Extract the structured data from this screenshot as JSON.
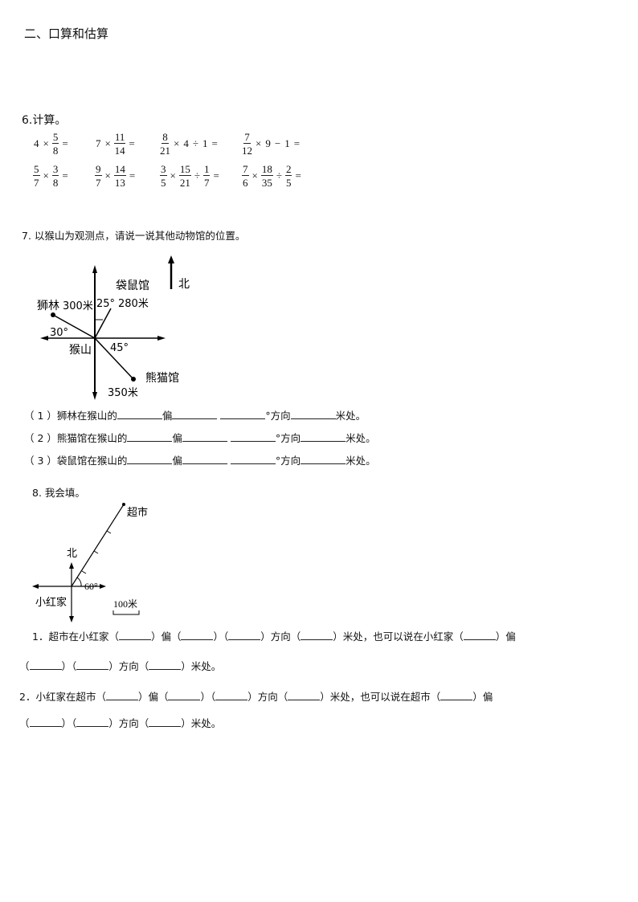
{
  "section": {
    "title": "二、口算和估算"
  },
  "q6": {
    "title": "6.计算。",
    "rows": [
      [
        {
          "parts": [
            "4",
            "×",
            {
              "n": "5",
              "d": "8"
            },
            "="
          ]
        },
        {
          "parts": [
            "7",
            "×",
            {
              "n": "11",
              "d": "14"
            },
            "="
          ]
        },
        {
          "parts": [
            {
              "n": "8",
              "d": "21"
            },
            "×",
            "4",
            "÷",
            "1",
            "="
          ]
        },
        {
          "parts": [
            {
              "n": "7",
              "d": "12"
            },
            "×",
            "9",
            "−",
            "1",
            "="
          ]
        }
      ],
      [
        {
          "parts": [
            {
              "n": "5",
              "d": "7"
            },
            "×",
            {
              "n": "3",
              "d": "8"
            },
            "="
          ]
        },
        {
          "parts": [
            {
              "n": "9",
              "d": "7"
            },
            "×",
            {
              "n": "14",
              "d": "13"
            },
            "="
          ]
        },
        {
          "parts": [
            {
              "n": "3",
              "d": "5"
            },
            "×",
            {
              "n": "15",
              "d": "21"
            },
            "÷",
            {
              "n": "1",
              "d": "7"
            },
            "="
          ]
        },
        {
          "parts": [
            {
              "n": "7",
              "d": "6"
            },
            "×",
            {
              "n": "18",
              "d": "35"
            },
            "÷",
            {
              "n": "2",
              "d": "5"
            },
            "="
          ]
        }
      ]
    ]
  },
  "q7": {
    "title": "7. 以猴山为观测点，请说一说其他动物馆的位置。",
    "diagram": {
      "north_label": "北",
      "center": "猴山",
      "kangaroo": "袋鼠馆",
      "kangaroo_dist": "280米",
      "kangaroo_angle": "25°",
      "lion": "狮林",
      "lion_dist": "300米",
      "lion_angle": "30°",
      "panda": "熊猫馆",
      "panda_dist": "350米",
      "panda_angle": "45°"
    },
    "items": [
      {
        "prefix": "（ 1 ）狮林在猴山的",
        "pian": "偏",
        "deg": "°方向",
        "suffix": "米处。"
      },
      {
        "prefix": "（ 2 ）熊猫馆在猴山的",
        "pian": "偏",
        "deg": "°方向",
        "suffix": "米处。"
      },
      {
        "prefix": "（ 3 ）袋鼠馆在猴山的",
        "pian": "偏",
        "deg": "°方向",
        "suffix": "米处。"
      }
    ]
  },
  "q8": {
    "title": "8. 我会填。",
    "diagram": {
      "north_label": "北",
      "home": "小红家",
      "market": "超市",
      "angle": "60°",
      "scale": "100米"
    },
    "item1": {
      "line1": [
        "1．超市在小红家（",
        "）偏（",
        "）（",
        "）方向（",
        "）米处，也可以说在小红家（",
        "）偏"
      ],
      "line2": [
        "（",
        "）（",
        "）方向（",
        "）米处。"
      ]
    },
    "item2": {
      "line1": [
        "2．小红家在超市（",
        "）偏（",
        "）（",
        "）方向（",
        "）米处，也可以说在超市（",
        "）偏"
      ],
      "line2": [
        "（",
        "）（",
        "）方向（",
        "）米处。"
      ]
    }
  }
}
